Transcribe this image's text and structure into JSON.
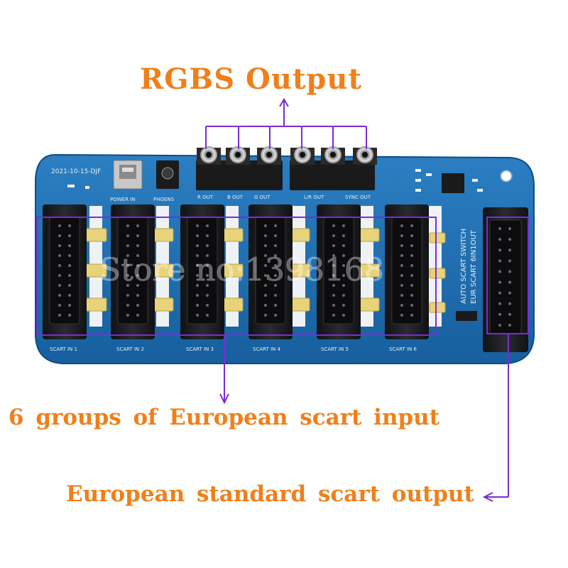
{
  "callouts": {
    "rgbs_output": "RGBS Output",
    "scart_inputs": "6 groups of European scart input",
    "scart_output": "European standard scart output"
  },
  "board": {
    "date_label": "2021-10-15-DJF",
    "power_label": "POWER IN",
    "phones_label": "PHOENS",
    "rca_labels": [
      "R OUT",
      "B OUT",
      "G OUT",
      "L/R OUT",
      "SYNC OUT"
    ],
    "scart_in_labels": [
      "SCART IN 1",
      "SCART IN 2",
      "SCART IN 3",
      "SCART IN 4",
      "SCART IN 5",
      "SCART IN 6"
    ],
    "switch_label_1": "AUTO SCART SWITCH",
    "switch_label_2": "EUR SCART 6IN1OUT",
    "watermark": "Store no:1398168"
  },
  "colors": {
    "callout_text": "#f07f1a",
    "annotation": "#7a2cd6",
    "pcb": "#1f6fb3",
    "connector": "#1c1d20",
    "capacitor": "#e8d37a"
  }
}
